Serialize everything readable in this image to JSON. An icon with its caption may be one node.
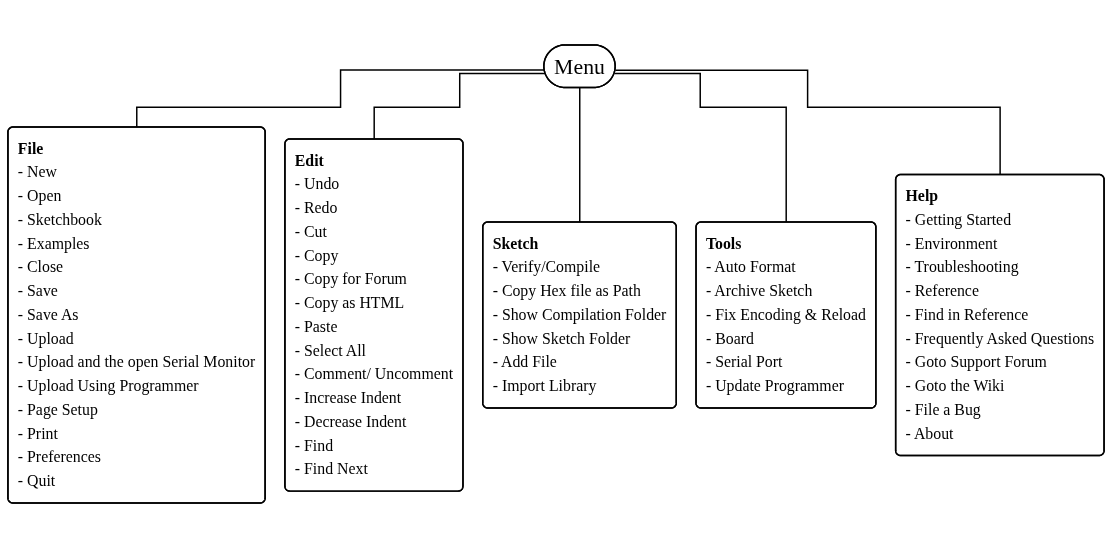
{
  "diagram": {
    "nodes": [
      {
        "text": [
          "Menu"
        ]
      },
      {
        "text": [
          "File",
          "- New",
          "- Open",
          "- Sketchbook",
          "- Examples",
          "- Close",
          "- Save",
          "- Save As",
          "- Upload",
          "- Upload and the open Serial Monitor",
          "- Upload Using Programmer",
          "- Page Setup",
          "- Print",
          "- Preferences",
          "- Quit"
        ]
      },
      {
        "text": [
          "Edit",
          "- Undo",
          "- Redo",
          "- Cut",
          "- Copy",
          "- Copy for Forum",
          "- Copy as HTML",
          "- Paste",
          "- Select All",
          "- Comment/ Uncomment",
          "- Increase Indent",
          "- Decrease Indent",
          "- Find",
          "- Find Next"
        ]
      },
      {
        "text": [
          "Sketch",
          "- Verify/Compile",
          "- Copy Hex file as Path",
          "- Show Compilation Folder",
          "- Show Sketch Folder",
          "- Add File",
          "- Import Library"
        ]
      },
      {
        "text": [
          "Tools",
          "- Auto Format",
          "- Archive Sketch",
          "- Fix Encoding & Reload",
          "- Board",
          "- Serial Port",
          "- Update Programmer"
        ]
      },
      {
        "text": [
          "Help",
          "- Getting Started",
          "- Environment",
          "- Troubleshooting",
          "- Reference",
          "- Find in Reference",
          "- Frequently Asked Questions",
          "- Goto Support Forum",
          "- Goto the Wiki",
          "- File a Bug",
          "- About"
        ]
      }
    ],
    "edges": [
      {
        "from": 0,
        "to": 1,
        "arrow": "none"
      },
      {
        "from": 0,
        "to": 2,
        "arrow": "none"
      },
      {
        "from": 0,
        "to": 3,
        "arrow": "none"
      },
      {
        "from": 0,
        "to": 4,
        "arrow": "none"
      },
      {
        "from": 0,
        "to": 5,
        "arrow": "none"
      }
    ]
  }
}
